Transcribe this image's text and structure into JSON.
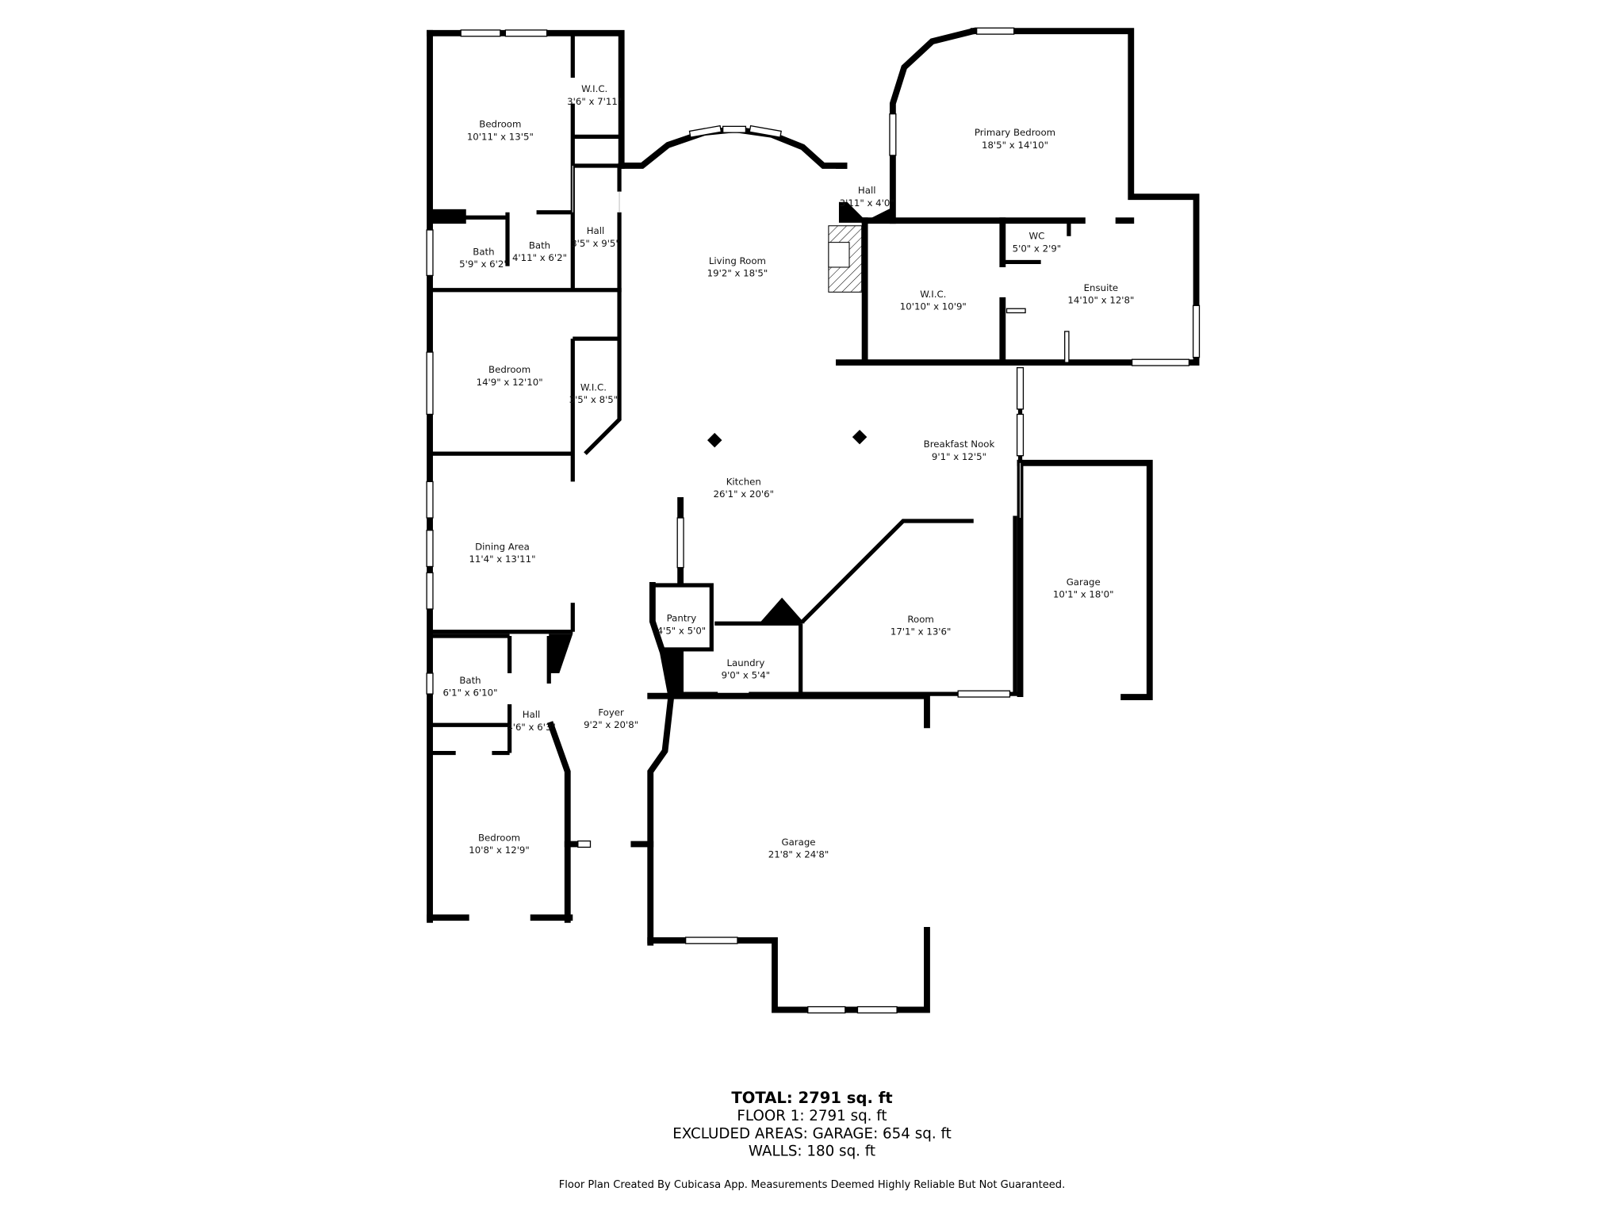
{
  "rooms": [
    {
      "name": "Bedroom",
      "dims": "10'11\" x 13'5\""
    },
    {
      "name": "W.I.C.",
      "dims": "3'6\" x 7'11\""
    },
    {
      "name": "Bath",
      "dims": "5'9\" x 6'2\""
    },
    {
      "name": "Bath",
      "dims": "4'11\" x 6'2\""
    },
    {
      "name": "Hall",
      "dims": "3'5\" x 9'5\""
    },
    {
      "name": "Living Room",
      "dims": "19'2\" x 18'5\""
    },
    {
      "name": "Hall",
      "dims": "3'11\" x 4'0\""
    },
    {
      "name": "Primary Bedroom",
      "dims": "18'5\" x 14'10\""
    },
    {
      "name": "WC",
      "dims": "5'0\" x 2'9\""
    },
    {
      "name": "W.I.C.",
      "dims": "10'10\" x 10'9\""
    },
    {
      "name": "Ensuite",
      "dims": "14'10\" x 12'8\""
    },
    {
      "name": "Bedroom",
      "dims": "14'9\" x 12'10\""
    },
    {
      "name": "W.I.C.",
      "dims": "3'5\" x 8'5\""
    },
    {
      "name": "Breakfast Nook",
      "dims": "9'1\" x 12'5\""
    },
    {
      "name": "Kitchen",
      "dims": "26'1\" x 20'6\""
    },
    {
      "name": "Dining Area",
      "dims": "11'4\" x 13'11\""
    },
    {
      "name": "Garage",
      "dims": "10'1\" x 18'0\""
    },
    {
      "name": "Pantry",
      "dims": "4'5\" x 5'0\""
    },
    {
      "name": "Room",
      "dims": "17'1\" x 13'6\""
    },
    {
      "name": "Laundry",
      "dims": "9'0\" x 5'4\""
    },
    {
      "name": "Bath",
      "dims": "6'1\" x 6'10\""
    },
    {
      "name": "Foyer",
      "dims": "9'2\" x 20'8\""
    },
    {
      "name": "Hall",
      "dims": "4'6\" x 6'3\""
    },
    {
      "name": "Bedroom",
      "dims": "10'8\" x 12'9\""
    },
    {
      "name": "Garage",
      "dims": "21'8\" x 24'8\""
    }
  ],
  "summary": {
    "total": "TOTAL: 2791 sq. ft",
    "floor1": "FLOOR 1: 2791 sq. ft",
    "excluded": "EXCLUDED AREAS: GARAGE: 654 sq. ft",
    "walls": "WALLS: 180 sq. ft"
  },
  "disclaimer": "Floor Plan Created By Cubicasa App. Measurements Deemed Highly Reliable But Not Guaranteed.",
  "colors": {
    "wall": "#000000",
    "background": "#ffffff"
  }
}
